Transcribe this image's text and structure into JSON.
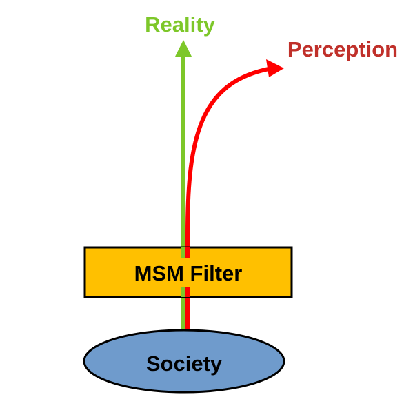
{
  "diagram": {
    "reality_label": "Reality",
    "perception_label": "Perception",
    "filter_label": "MSM Filter",
    "society_label": "Society"
  },
  "colors": {
    "reality": "#7dc729",
    "perception_text": "#c0302a",
    "perception_arrow": "#ff0000",
    "filter_fill": "#ffc000",
    "society_fill": "#6f9bcc",
    "outline": "#000000",
    "text": "#000000"
  }
}
